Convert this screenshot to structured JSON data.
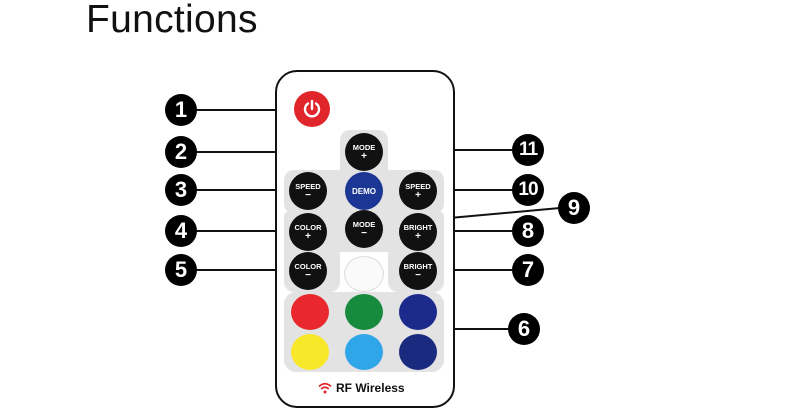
{
  "title": "Functions",
  "remote": {
    "mode_plus": {
      "label": "MODE",
      "sym": "+"
    },
    "mode_minus": {
      "label": "MODE",
      "sym": "−"
    },
    "speed_minus": {
      "label": "SPEED",
      "sym": "−"
    },
    "speed_plus": {
      "label": "SPEED",
      "sym": "+"
    },
    "demo": {
      "label": "DEMO"
    },
    "color_plus": {
      "label": "COLOR",
      "sym": "+"
    },
    "color_minus": {
      "label": "COLOR",
      "sym": "−"
    },
    "bright_plus": {
      "label": "BRIGHT",
      "sym": "+"
    },
    "bright_minus": {
      "label": "BRIGHT",
      "sym": "−"
    },
    "rf_label": "RF Wireless",
    "colors": {
      "red": "#e8282d",
      "green": "#168a3d",
      "blue": "#1c2a8c",
      "yellow": "#f7e82a",
      "cyan": "#2ea6e8",
      "navy": "#1a2a7e",
      "power": "#e0262b",
      "demo": "#1b3694"
    }
  },
  "callouts": [
    "1",
    "2",
    "3",
    "4",
    "5",
    "6",
    "7",
    "8",
    "9",
    "10",
    "11"
  ]
}
